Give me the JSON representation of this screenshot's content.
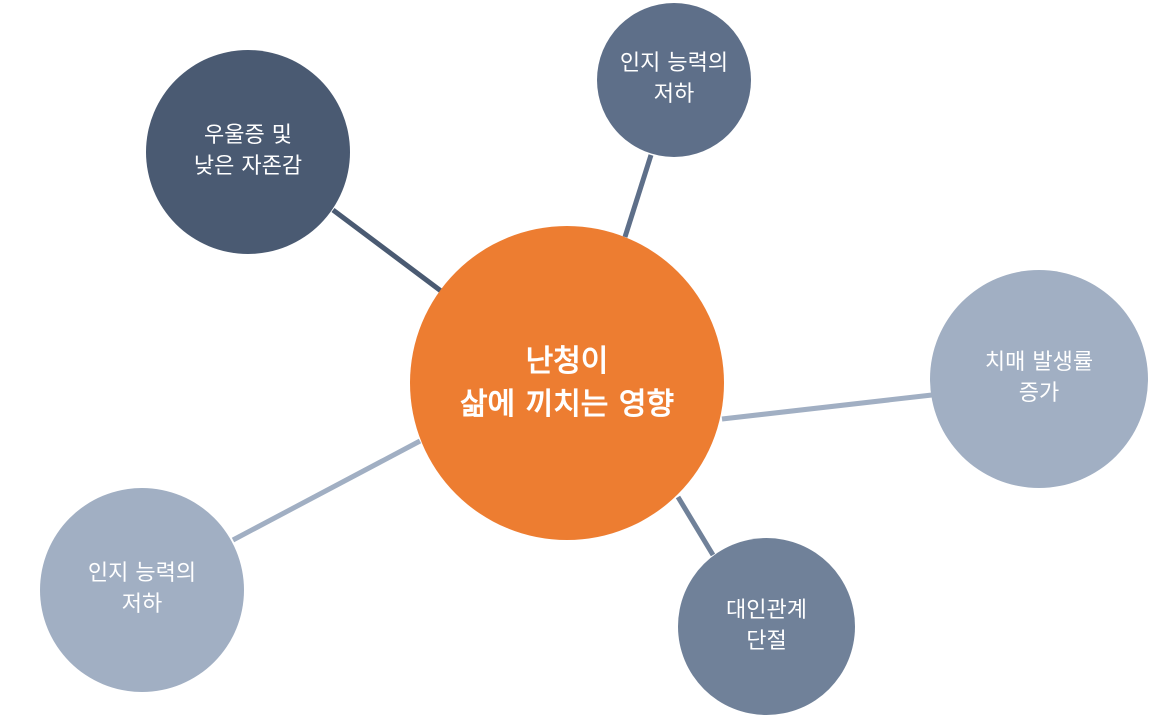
{
  "center": {
    "label": "난청이\n삶에 끼치는 영향",
    "color": "#ED7D31"
  },
  "nodes": [
    {
      "id": "top-left",
      "label": "우울증 및\n낮은 자존감",
      "color": "#4A5A72"
    },
    {
      "id": "top",
      "label": "인지 능력의\n저하",
      "color": "#5E6F89"
    },
    {
      "id": "right",
      "label": "치매 발생률\n증가",
      "color": "#A1AFC3"
    },
    {
      "id": "bottom",
      "label": "대인관계\n단절",
      "color": "#708199"
    },
    {
      "id": "left",
      "label": "인지 능력의\n저하",
      "color": "#A1AFC3"
    }
  ]
}
